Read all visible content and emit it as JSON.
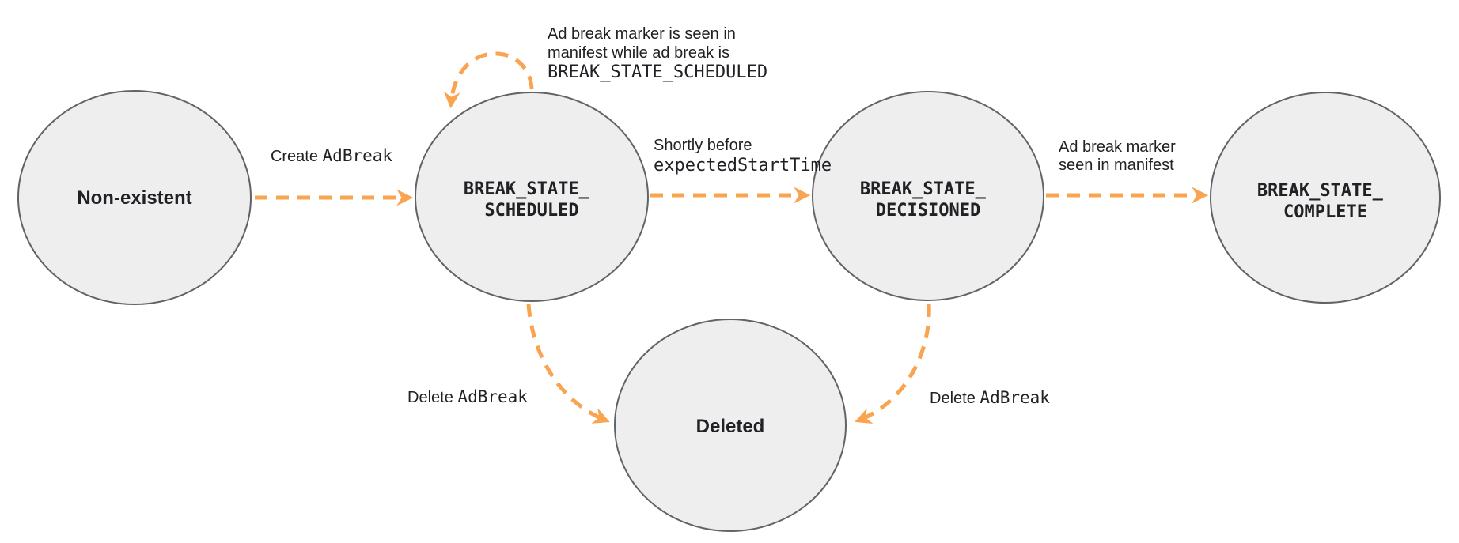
{
  "diagram": {
    "type": "state-machine",
    "states": {
      "nonexistent": {
        "label": "Non-existent"
      },
      "scheduled": {
        "line1": "BREAK_STATE_",
        "line2": "SCHEDULED"
      },
      "decisioned": {
        "line1": "BREAK_STATE_",
        "line2": "DECISIONED"
      },
      "complete": {
        "line1": "BREAK_STATE_",
        "line2": "COMPLETE"
      },
      "deleted": {
        "label": "Deleted"
      }
    },
    "transitions": {
      "create": {
        "prefix": "Create ",
        "code": "AdBreak"
      },
      "self_loop": {
        "line1": "Ad break marker is seen in",
        "line2": "manifest while ad break is",
        "line3": "BREAK_STATE_SCHEDULED"
      },
      "to_decisioned": {
        "line1": "Shortly before",
        "line2": "expectedStartTime"
      },
      "to_complete": {
        "line1": "Ad break marker",
        "line2": "seen in manifest"
      },
      "delete_from_scheduled": {
        "prefix": "Delete ",
        "code": "AdBreak"
      },
      "delete_from_decisioned": {
        "prefix": "Delete ",
        "code": "AdBreak"
      }
    },
    "colors": {
      "arrow": "#f9a450",
      "state_fill": "#eeeeee",
      "state_border": "#606368",
      "text": "#202124",
      "background": "#ffffff"
    }
  }
}
